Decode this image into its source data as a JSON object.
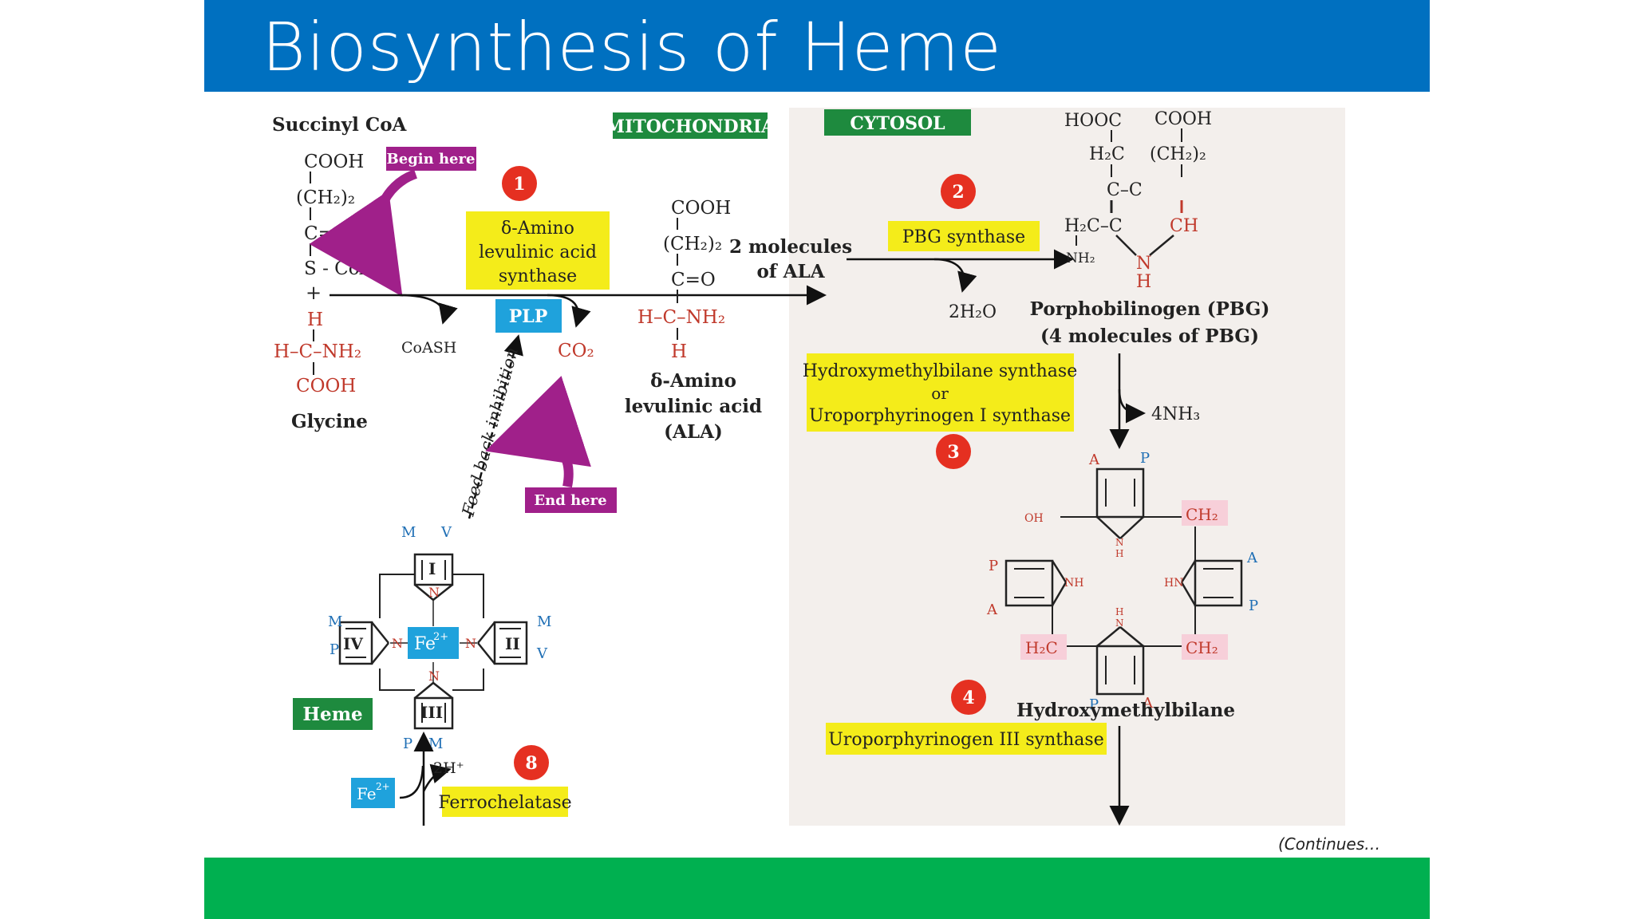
{
  "slide": {
    "title": "Biosynthesis of Heme",
    "continues": "(Continues…"
  },
  "compartments": {
    "mitochondria": "MITOCHONDRIA",
    "cytosol": "CYTOSOL"
  },
  "tags": {
    "begin": "Begin here",
    "end": "End here",
    "heme": "Heme",
    "plp": "PLP",
    "fe": "Fe",
    "fe_charge": "2+"
  },
  "steps": [
    {
      "num": "1",
      "enzyme_lines": [
        "δ-Amino",
        "levulinic acid",
        "synthase"
      ]
    },
    {
      "num": "2",
      "enzyme_lines": [
        "PBG synthase"
      ]
    },
    {
      "num": "3",
      "enzyme_lines": [
        "Hydroxymethylbilane synthase",
        "or",
        "Uroporphyrinogen I  synthase"
      ]
    },
    {
      "num": "4",
      "enzyme_lines": [
        "Uroporphyrinogen III synthase"
      ]
    },
    {
      "num": "8",
      "enzyme_lines": [
        "Ferrochelatase"
      ]
    }
  ],
  "succinyl": {
    "name": "Succinyl CoA",
    "lines": [
      "COOH",
      "(CH₂)₂",
      "C=O",
      "S - CoA"
    ],
    "plus": "+"
  },
  "glycine": {
    "h_top": "H",
    "line": "H–C–NH₂",
    "cooh": "COOH",
    "name": "Glycine"
  },
  "byproducts": {
    "coash": "CoASH",
    "co2": "CO₂",
    "water": "2H₂O",
    "ammonia": "4NH₃",
    "protons": "2H⁺"
  },
  "ala": {
    "lines": [
      "COOH",
      "(CH₂)₂",
      "C=O",
      "H–C–NH₂",
      "H"
    ],
    "name_lines": [
      "δ-Amino",
      "levulinic acid",
      "(ALA)"
    ],
    "two_molecules": [
      "2 molecules",
      "of ALA"
    ]
  },
  "pbg": {
    "struct": [
      "HOOC",
      "COOH",
      "H₂C",
      "(CH₂)₂",
      "C–C",
      "H₂C–C",
      "CH",
      "NH₂",
      "N",
      "H"
    ],
    "name_lines": [
      "Porphobilinogen (PBG)",
      "(4 molecules of PBG)"
    ]
  },
  "feedback": "Feed back inhibition",
  "heme_ring": {
    "ring_labels": [
      "I",
      "II",
      "III",
      "IV"
    ],
    "sub_top": [
      "M",
      "V"
    ],
    "sub_right": [
      "M",
      "V"
    ],
    "sub_bottom": [
      "P",
      "M"
    ],
    "sub_left": [
      "M",
      "P"
    ],
    "n": "N"
  },
  "hmb": {
    "labels": [
      "A",
      "P",
      "OH",
      "CH₂",
      "NH",
      "HN",
      "H₂C",
      "CH₂",
      "P",
      "A",
      "A",
      "P",
      "P",
      "A",
      "N",
      "H",
      "H",
      "N"
    ],
    "name": "Hydroxymethylbilane"
  }
}
